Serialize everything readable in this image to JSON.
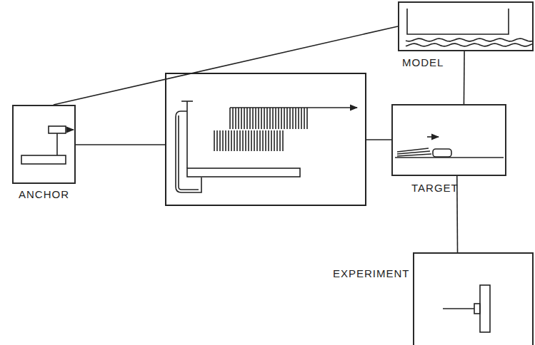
{
  "diagram": {
    "nodes": [
      {
        "text": [
          "MODEL"
        ]
      },
      {
        "text": [
          "ANCHOR"
        ]
      },
      {
        "text": [
          "TARGET"
        ]
      },
      {
        "text": [
          "EXPERIMENT"
        ]
      }
    ],
    "edges": [
      {
        "from": 1,
        "to": 0,
        "arrow": "none"
      },
      {
        "from": 0,
        "to": 2,
        "arrow": "none"
      },
      {
        "from": 2,
        "to": 3,
        "arrow": "none"
      }
    ]
  }
}
